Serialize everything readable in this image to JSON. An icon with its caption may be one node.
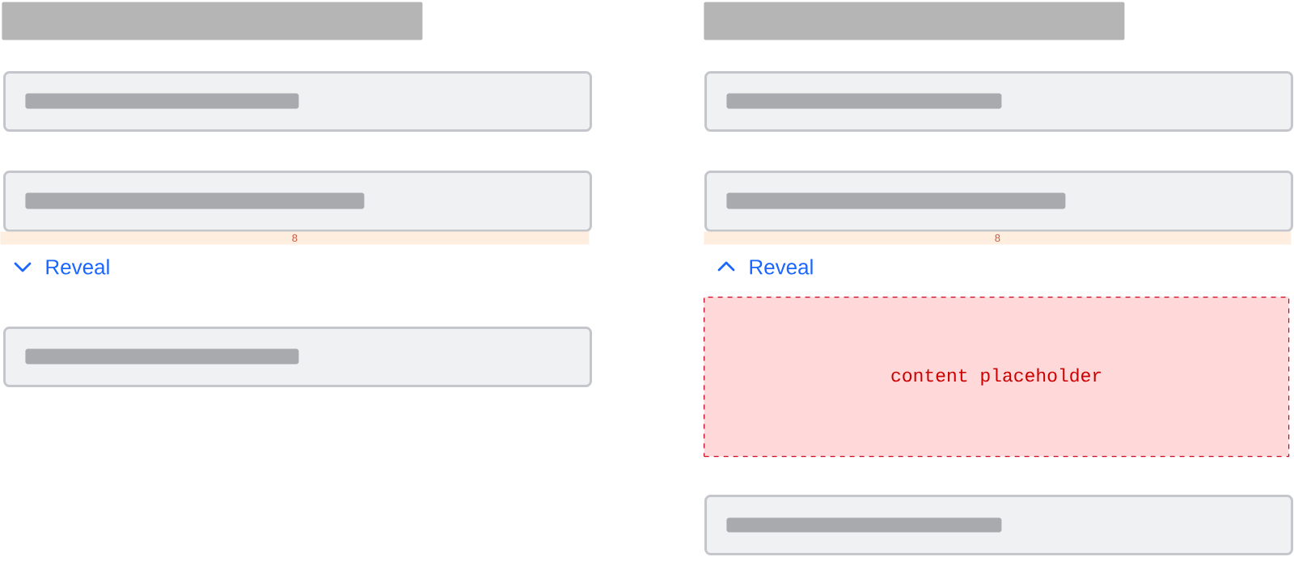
{
  "diagram": {
    "nodes": [
      {
        "text": [],
        "shape": "bar"
      },
      {
        "text": [],
        "shape": "box"
      },
      {
        "text": [],
        "shape": "bar",
        "in": 1
      },
      {
        "text": [],
        "shape": "box"
      },
      {
        "text": [],
        "shape": "bar",
        "in": 3
      },
      {
        "text": [
          "8"
        ]
      },
      {
        "text": [],
        "shape": "box"
      },
      {
        "text": [],
        "shape": "bar",
        "in": 6
      },
      {
        "text": [],
        "shape": "bar"
      },
      {
        "text": [],
        "shape": "box"
      },
      {
        "text": [],
        "shape": "bar",
        "in": 9
      },
      {
        "text": [],
        "shape": "box"
      },
      {
        "text": [],
        "shape": "bar",
        "in": 11
      },
      {
        "text": [
          "8"
        ]
      },
      {
        "text": [
          "content placeholder"
        ]
      },
      {
        "text": [],
        "shape": "box"
      },
      {
        "text": [],
        "shape": "bar",
        "in": 15
      }
    ],
    "labels": [
      "Reveal",
      "Reveal"
    ]
  }
}
